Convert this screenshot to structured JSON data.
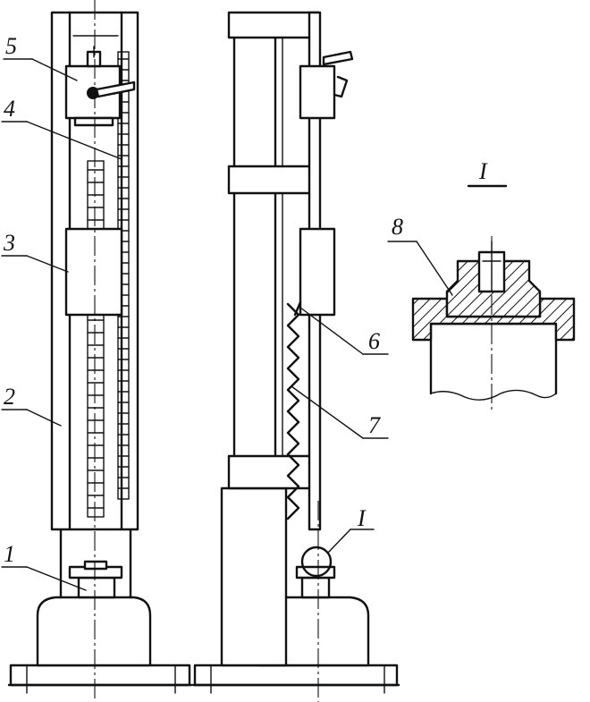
{
  "labels": {
    "l1": "1",
    "l2": "2",
    "l3": "3",
    "l4": "4",
    "l5": "5",
    "l6": "6",
    "l7": "7",
    "l8": "8",
    "detail_ref": "I",
    "detail_title": "I"
  }
}
